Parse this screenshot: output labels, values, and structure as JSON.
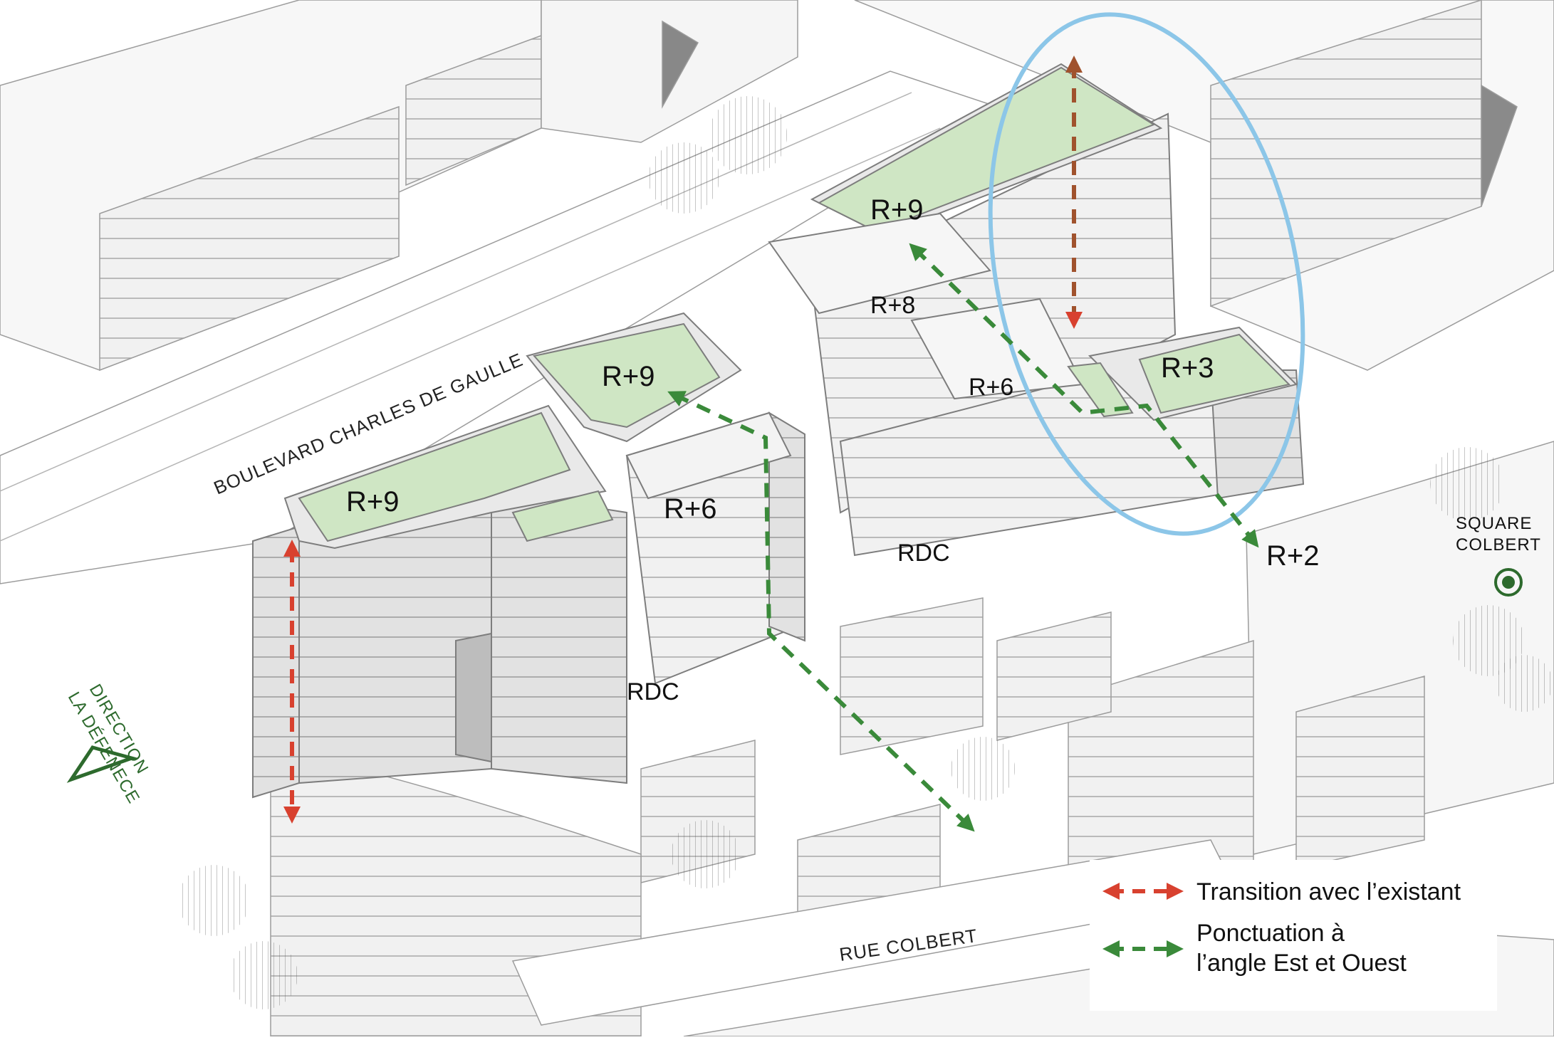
{
  "streets": {
    "boulevard": "BOULEVARD CHARLES DE GAULLE",
    "rue": "RUE COLBERT"
  },
  "places": {
    "square_line1": "SQUARE",
    "square_line2": "COLBERT",
    "direction_line1": "DIRECTION",
    "direction_line2": "LA DÉFENECE"
  },
  "levels": {
    "west_r9": "R+9",
    "center_r9": "R+9",
    "center_r6": "R+6",
    "center_rdc": "RDC",
    "east_r9": "R+9",
    "east_r8": "R+8",
    "east_r6": "R+6",
    "east_r3": "R+3",
    "east_r2": "R+2",
    "east_rdc": "RDC"
  },
  "legend": {
    "transition": "Transition avec l’existant",
    "ponctuation_line1": "Ponctuation à",
    "ponctuation_line2": "l’angle Est et Ouest"
  },
  "colors": {
    "transition_arrow": "#d8412f",
    "ponctuation_arrow": "#3a8a3a",
    "brown_arrow": "#a0522d",
    "roof_green": "#cfe6c4",
    "ellipse": "#8cc6e8",
    "building_gray": "#e6e6e6",
    "facade_gray": "#c9c9c9",
    "direction_green": "#2d6a2d"
  }
}
